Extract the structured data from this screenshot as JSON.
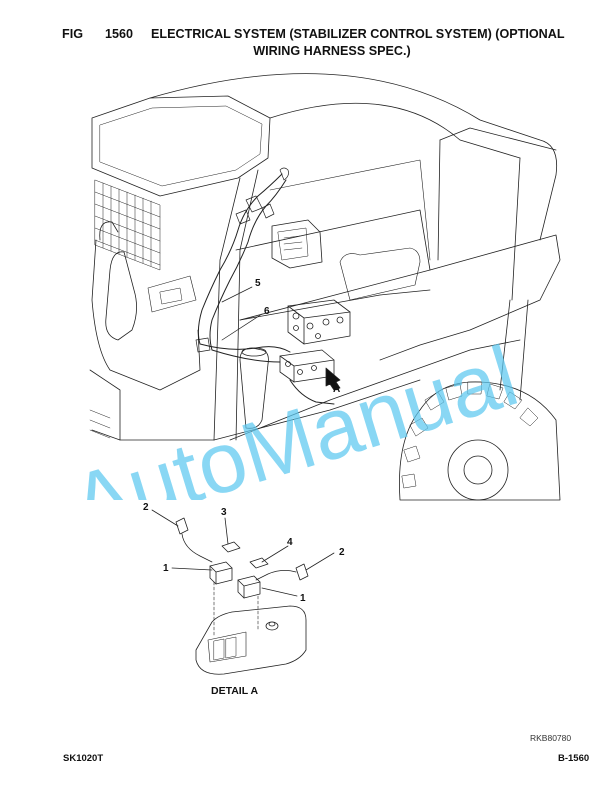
{
  "header": {
    "fig_label": "FIG",
    "fig_number": "1560",
    "title_line1": "ELECTRICAL SYSTEM (STABILIZER CONTROL SYSTEM) (OPTIONAL",
    "title_line2": "WIRING HARNESS SPEC.)"
  },
  "callouts": {
    "c1a": "1",
    "c1b": "1",
    "c2a": "2",
    "c2b": "2",
    "c3": "3",
    "c4": "4",
    "c5": "5",
    "c6": "6",
    "cA": "A"
  },
  "detail_caption": "DETAIL A",
  "reference_code": "RKB80780",
  "footer": {
    "model": "SK1020T",
    "page": "B-1560"
  },
  "watermark": {
    "text": "AutoManual",
    "color": "#5bc8f0"
  }
}
